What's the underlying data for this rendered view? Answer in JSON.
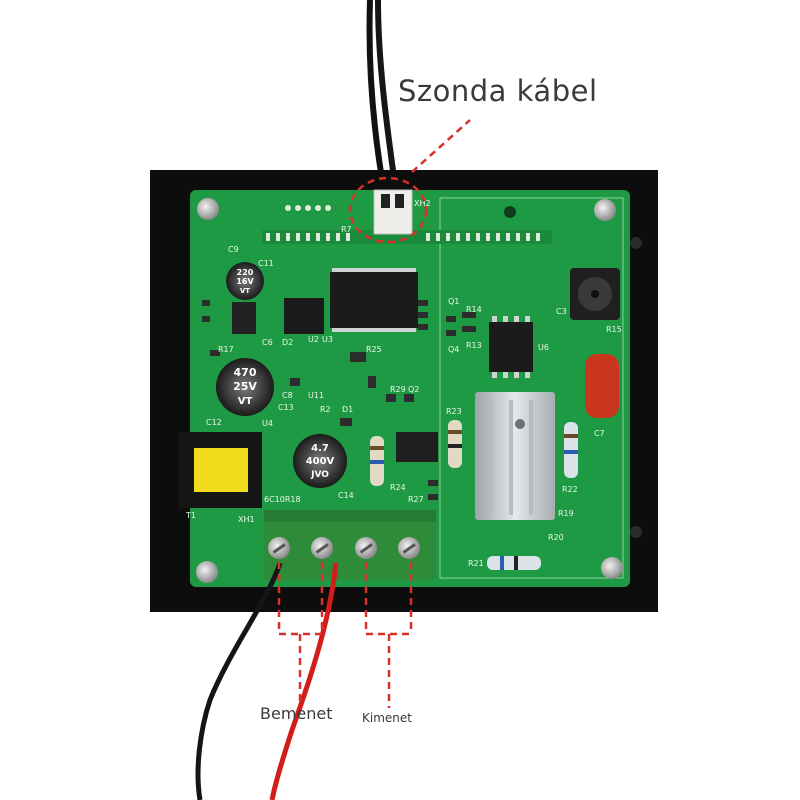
{
  "labels": {
    "probe_cable": "Szonda kábel",
    "input": "Bemenet",
    "output": "Kimenet"
  },
  "silkscreen": {
    "c9": "C9",
    "c11": "C11",
    "c6": "C6",
    "c8": "C8",
    "c12": "C12",
    "c13": "C13",
    "c14": "C14",
    "c3": "C3",
    "c7": "C7",
    "r2": "R2",
    "r7": "R7",
    "r13": "R13",
    "r14": "R14",
    "r15": "R15",
    "r17": "R17",
    "r19": "R19",
    "r20": "R20",
    "r21": "R21",
    "r22": "R22",
    "r23": "R23",
    "r24": "R24",
    "r25": "R25",
    "r27": "R27",
    "r29": "R29",
    "q1": "Q1",
    "q2": "Q2",
    "q4": "Q4",
    "u2": "U2",
    "u3": "U3",
    "u4": "U4",
    "u6": "U6",
    "u11": "U11",
    "d1": "D1",
    "d2": "D2",
    "t1": "T1",
    "xh1": "XH1",
    "xh2": "XH2",
    "ic_board": "6C10R18"
  },
  "capacitors": {
    "c11_line1": "220",
    "c11_line2": "16V",
    "c11_line3": "VT",
    "c13_line1": "470",
    "c13_line2": "25V",
    "c13_line3": "VT",
    "c14_line1": "4.7",
    "c14_line2": "400V",
    "c14_line3": "JVO"
  },
  "colors": {
    "pcb": "#1f9a44",
    "pcb_dark": "#167a35",
    "panel": "#0d0d0d",
    "terminal": "#2e8b3a",
    "annotation": "#d9302c",
    "relay_cap": "#c9361e",
    "transformer": "#f2dc1e"
  }
}
